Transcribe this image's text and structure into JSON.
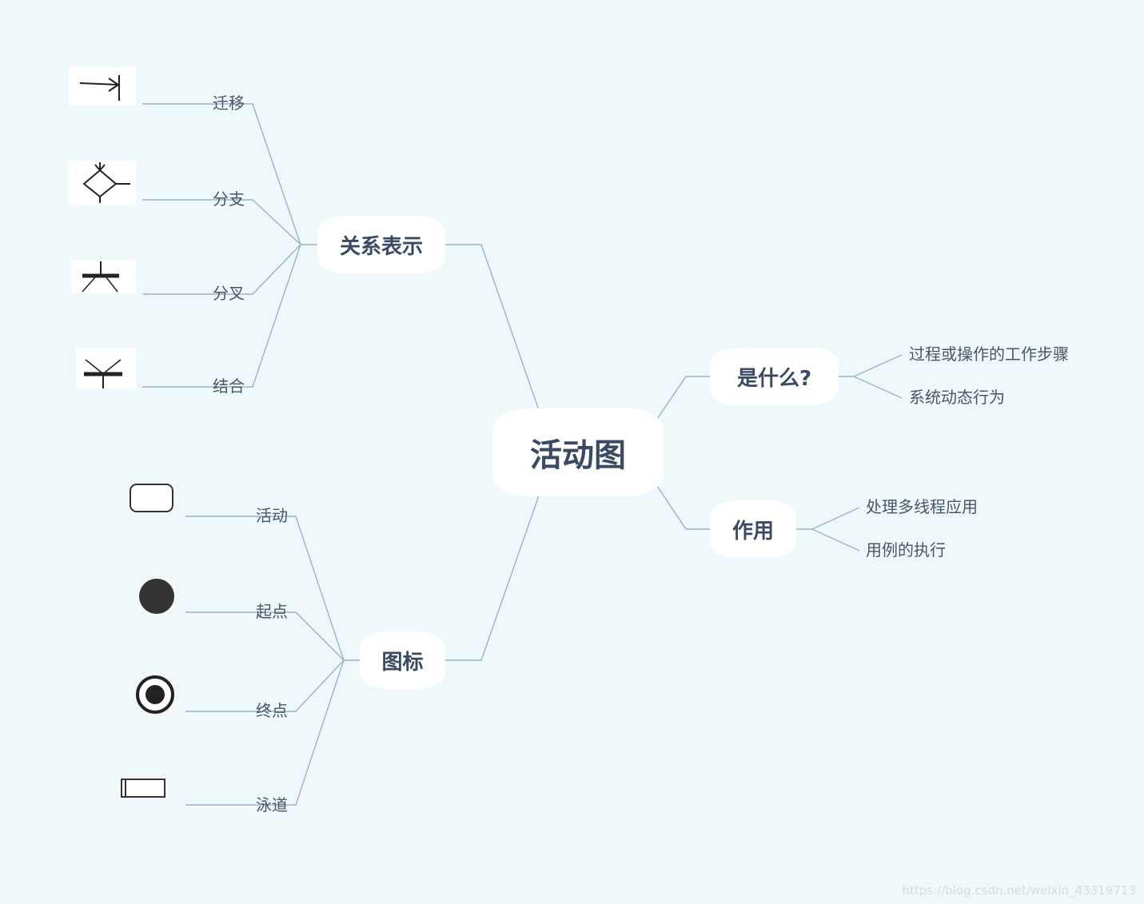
{
  "central": "活动图",
  "branches": {
    "relation": {
      "label": "关系表示",
      "children": [
        "迁移",
        "分支",
        "分叉",
        "结合"
      ]
    },
    "icons": {
      "label": "图标",
      "children": [
        "活动",
        "起点",
        "终点",
        "泳道"
      ]
    },
    "what": {
      "label": "是什么?",
      "children": [
        "过程或操作的工作步骤",
        "系统动态行为"
      ]
    },
    "use": {
      "label": "作用",
      "children": [
        "处理多线程应用",
        "用例的执行"
      ]
    }
  },
  "icon_images": [
    "transition-arrow-icon",
    "branch-diamond-icon",
    "fork-bar-icon",
    "join-bar-icon",
    "activity-rounded-rect-icon",
    "start-filled-circle-icon",
    "end-bullseye-icon",
    "swimlane-rect-icon"
  ],
  "colors": {
    "background": "#eff8fa",
    "line": "#9fb2c6",
    "node_text": "#3a4a63",
    "node_bg": "#ffffff"
  },
  "watermark": "https://blog.csdn.net/weixin_43319713"
}
